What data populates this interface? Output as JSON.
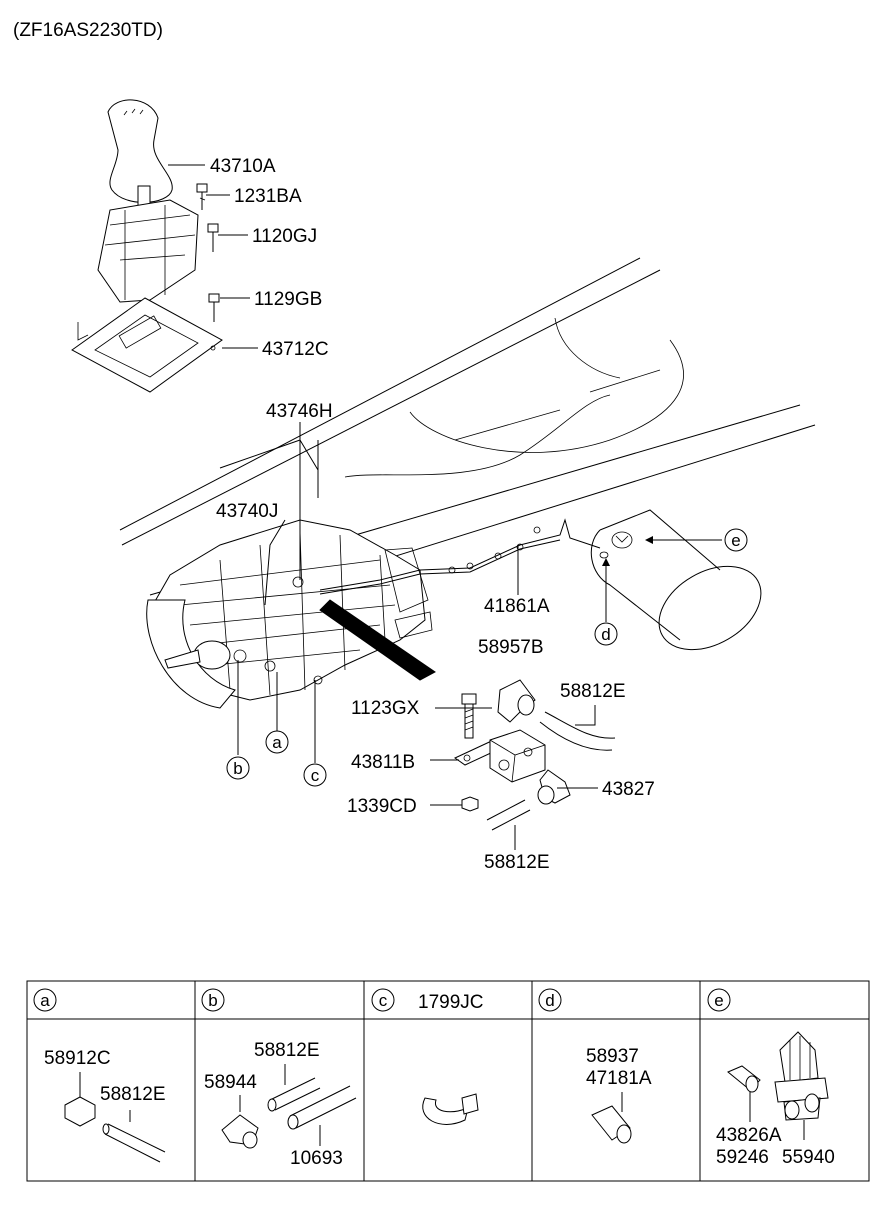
{
  "diagram": {
    "model_code": "(ZF16AS2230TD)",
    "labels": {
      "p43710A": "43710A",
      "p1231BA": "1231BA",
      "p1120GJ": "1120GJ",
      "p1129GB": "1129GB",
      "p43712C": "43712C",
      "p43746H": "43746H",
      "p43740J": "43740J",
      "p41861A": "41861A",
      "p58957B": "58957B",
      "p58812E_top": "58812E",
      "p1123GX": "1123GX",
      "p43811B": "43811B",
      "p43827": "43827",
      "p1339CD": "1339CD",
      "p58812E_bottom": "58812E"
    },
    "callouts": {
      "a": "a",
      "b": "b",
      "c": "c",
      "d": "d",
      "e": "e"
    }
  },
  "detail_table": {
    "cells": [
      {
        "letter": "a",
        "header_label": "",
        "parts": [
          "58912C",
          "58812E"
        ]
      },
      {
        "letter": "b",
        "header_label": "",
        "parts": [
          "58812E",
          "58944",
          "10693"
        ]
      },
      {
        "letter": "c",
        "header_label": "1799JC",
        "parts": []
      },
      {
        "letter": "d",
        "header_label": "",
        "parts": [
          "58937",
          "47181A"
        ]
      },
      {
        "letter": "e",
        "header_label": "",
        "parts": [
          "43826A",
          "59246",
          "55940"
        ]
      }
    ]
  }
}
